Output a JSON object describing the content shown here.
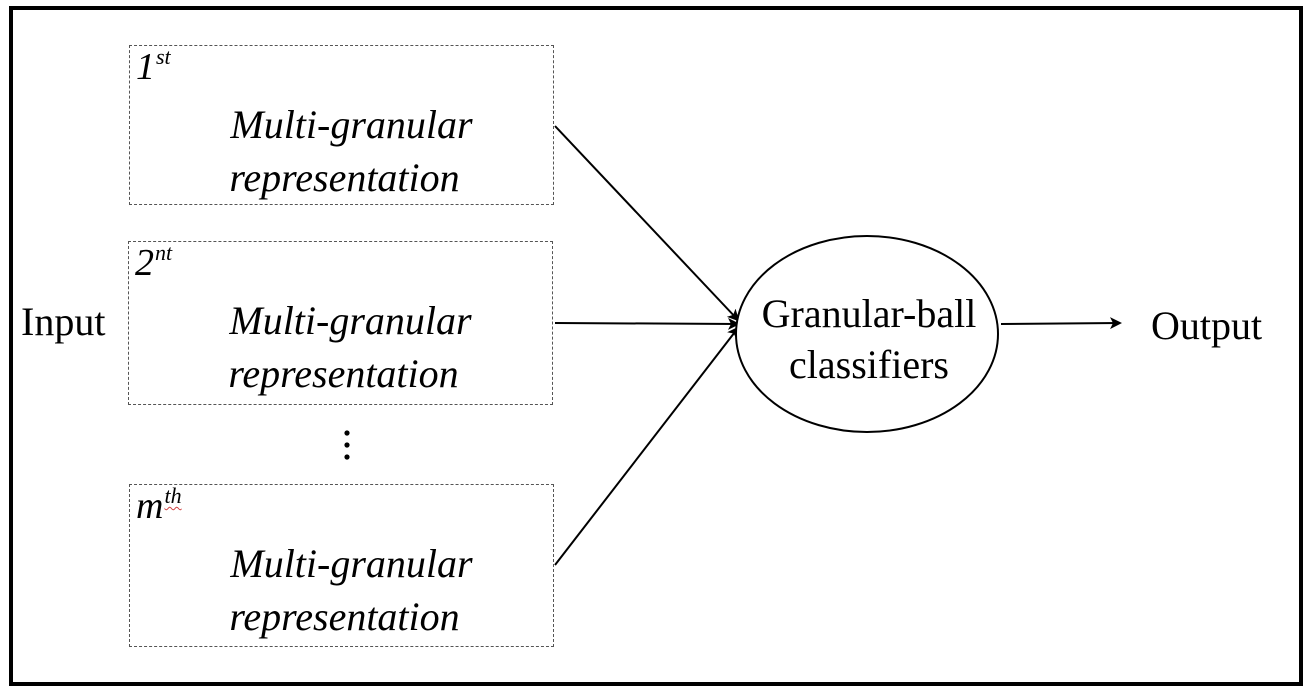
{
  "input_label": "Input",
  "output_label": "Output",
  "classifier": {
    "line1": "Granular-ball",
    "line2": "classifiers"
  },
  "representations": [
    {
      "ordinal": "1",
      "suffix": "st",
      "line1": "Multi-granular",
      "line2": "representation"
    },
    {
      "ordinal": "2",
      "suffix": "nt",
      "line1": "Multi-granular",
      "line2": "representation"
    },
    {
      "ordinal": "m",
      "suffix": "th",
      "line1": "Multi-granular",
      "line2": "representation"
    }
  ],
  "colors": {
    "stroke": "#000000",
    "dashed_border": "#555555",
    "spellcheck_underline": "#d04040"
  }
}
